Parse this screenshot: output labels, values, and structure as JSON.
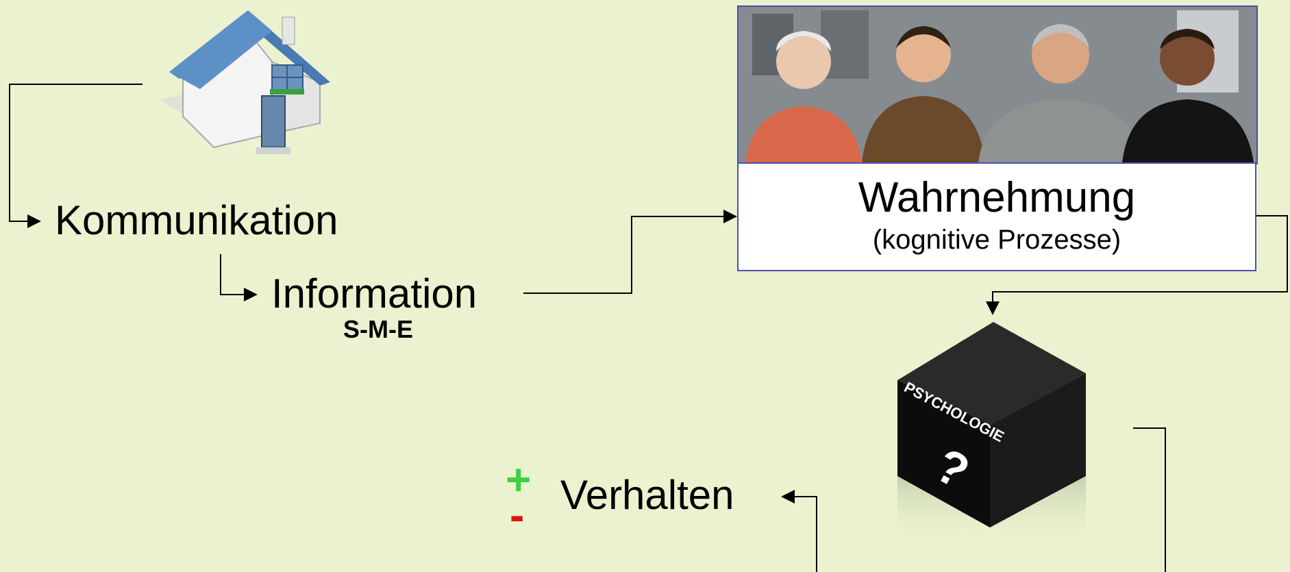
{
  "labels": {
    "kommunikation": "Kommunikation",
    "information": "Information",
    "sme": "S-M-E",
    "wahrnehmung_title": "Wahrnehmung",
    "wahrnehmung_sub": "(kognitive Prozesse)",
    "verhalten": "Verhalten",
    "plus": "+",
    "minus": "-",
    "box_text": "PSYCHOLOGIE",
    "box_mark": "?"
  },
  "icons": {
    "house": "house-icon",
    "photo": "people-photo",
    "box": "psychology-box-icon"
  },
  "colors": {
    "background": "#eaf2cf",
    "plus": "#3fd03f",
    "minus": "#e01010",
    "box_border": "#4a50b0"
  }
}
